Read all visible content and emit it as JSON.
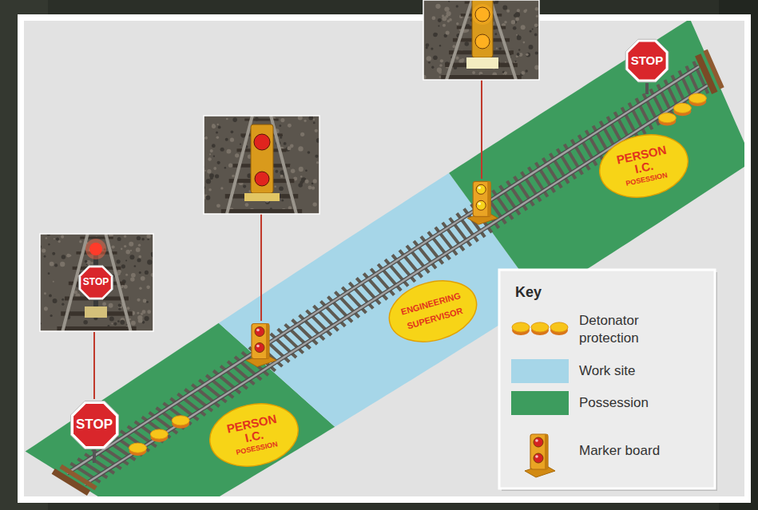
{
  "diagram": {
    "nodes": [
      {
        "text": [
          "STOP"
        ]
      },
      {
        "text": [
          "STOP"
        ]
      },
      {
        "text": [
          "PERSON I.C.",
          "POSESSION"
        ]
      },
      {
        "text": [
          "ENGINEERING SUPERVISOR"
        ]
      },
      {
        "text": [
          "STOP"
        ]
      },
      {
        "text": [
          "PERSON I.C.",
          "POSESSION"
        ]
      }
    ],
    "labels": [
      "Key"
    ],
    "legend": [
      {
        "text": "Detonator protection"
      },
      {
        "text": "Work site",
        "color": "#a6d6e8"
      },
      {
        "text": "Possession",
        "color": "#3d9c5e"
      },
      {
        "text": "Marker board"
      }
    ]
  }
}
